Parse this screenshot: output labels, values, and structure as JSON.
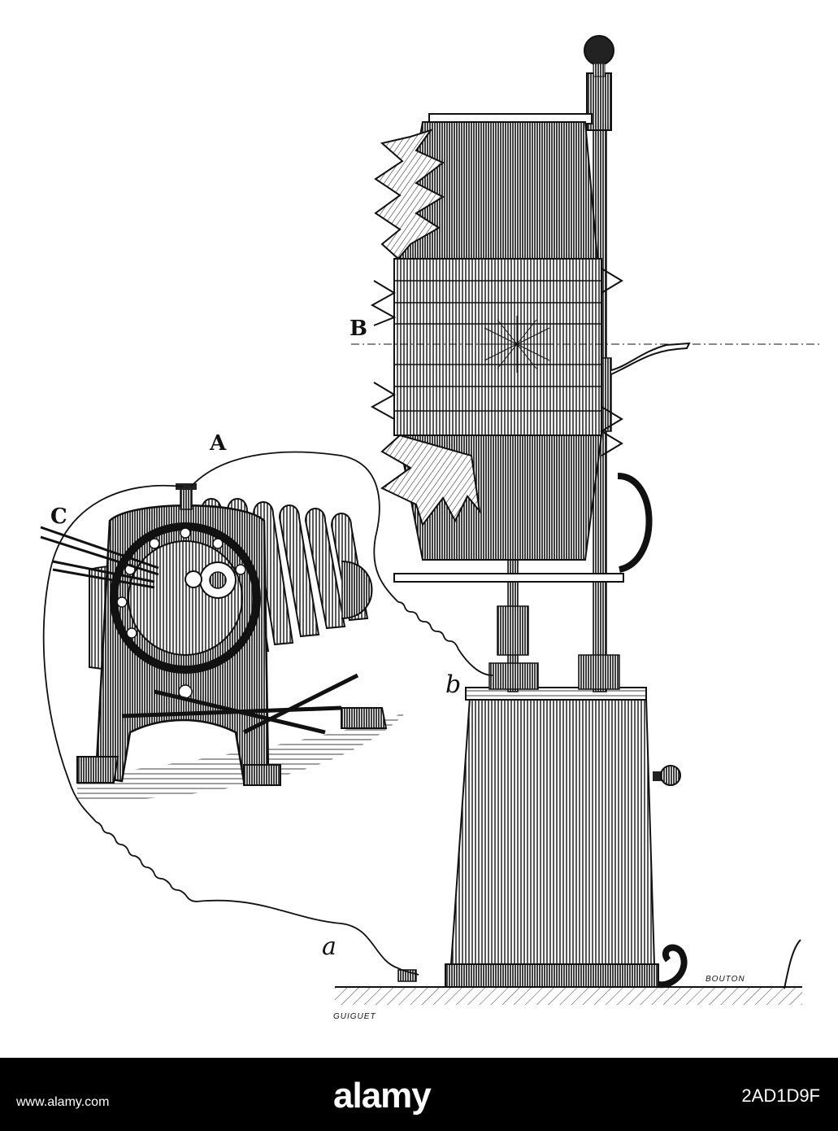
{
  "labels": {
    "A": "A",
    "B": "B",
    "C": "C",
    "a": "a",
    "b": "b",
    "bouton": "BOUTON",
    "engraver": "GUIGUET"
  },
  "stock": {
    "logo": "alamy",
    "image_id": "2AD1D9F",
    "url": "www.alamy.com"
  },
  "colors": {
    "ink": "#111111",
    "paper": "#ffffff",
    "bar": "#000000"
  }
}
